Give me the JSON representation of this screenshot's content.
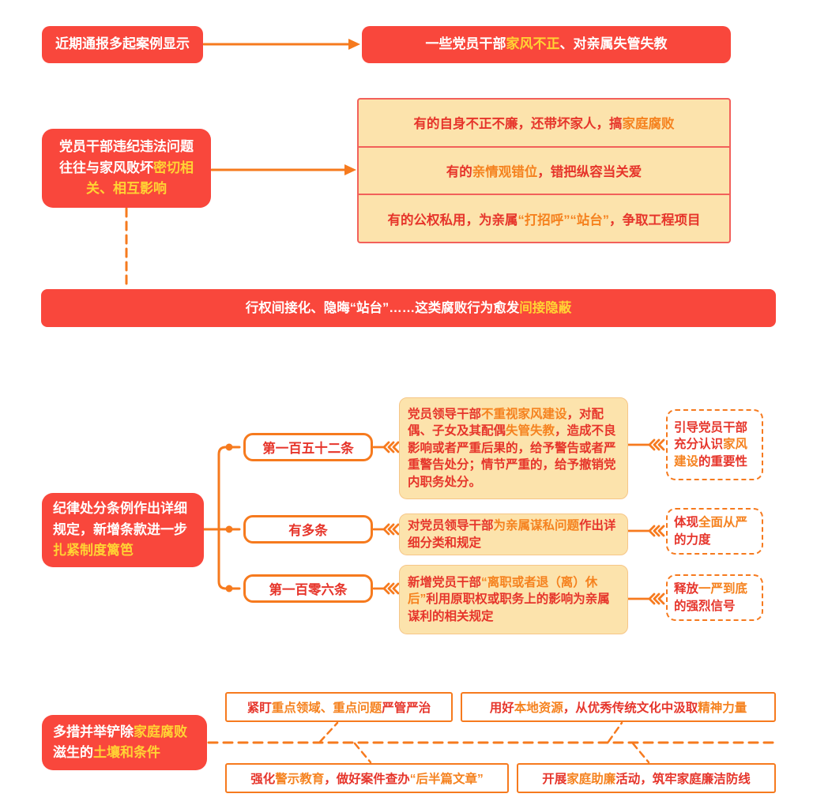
{
  "colors": {
    "red_fill": "#F9473C",
    "red_text": "#E6352B",
    "orange_line": "#F67A1E",
    "orange_text": "#F5821F",
    "yellow_highlight": "#FFD334",
    "cream_fill": "#FCE3AC",
    "cream_border": "#F2605A"
  },
  "icons": {
    "flow_arrow": "right-arrow",
    "connector_end": "triple-chevron",
    "branch_marker": "circle-dot",
    "dashed_link": "dashed-line"
  },
  "top": {
    "case_box": [
      {
        "t": "近期通报多起案例显示",
        "c": "white"
      }
    ],
    "result_box": [
      {
        "t": "一些党员干部",
        "c": "white"
      },
      {
        "t": "家风不正",
        "c": "yellow"
      },
      {
        "t": "、对亲属失管失教",
        "c": "white"
      }
    ],
    "problem_box": [
      {
        "t": "党员干部违纪违法问题往往与家风败坏",
        "c": "white"
      },
      {
        "t": "密切相关、相互影响",
        "c": "yellow"
      }
    ],
    "behaviors": [
      [
        {
          "t": "有的自身不正不廉，还带坏家人，搞",
          "c": "red"
        },
        {
          "t": "家庭腐败",
          "c": "orange"
        }
      ],
      [
        {
          "t": "有的",
          "c": "red"
        },
        {
          "t": "亲情观错位",
          "c": "orange"
        },
        {
          "t": "，错把纵容当关爱",
          "c": "red"
        }
      ],
      [
        {
          "t": "有的公权私用，为亲属",
          "c": "red"
        },
        {
          "t": "“打招呼”“站台”",
          "c": "orange"
        },
        {
          "t": "，争取工程项目",
          "c": "red"
        }
      ]
    ],
    "banner": [
      {
        "t": "行权间接化、隐晦“站台”……这类腐败行为愈发",
        "c": "white"
      },
      {
        "t": "间接隐蔽",
        "c": "yellow"
      }
    ]
  },
  "middle": {
    "lead_box": [
      {
        "t": "纪律处分条例作出详细规定，新增条款进一步",
        "c": "white"
      },
      {
        "t": "扎紧制度篱笆",
        "c": "yellow"
      }
    ],
    "branches": [
      {
        "label": "第一百五十二条",
        "detail": [
          {
            "t": "党员领导干部",
            "c": "red"
          },
          {
            "t": "不重视家风建设",
            "c": "orange"
          },
          {
            "t": "，对配偶、子女及其配偶",
            "c": "red"
          },
          {
            "t": "失管失教",
            "c": "orange"
          },
          {
            "t": "，造成不良影响或者严重后果的，给予警告或者严重警告处分；情节严重的，给予撤销党内职务处分。",
            "c": "red"
          }
        ],
        "effect": [
          {
            "t": "引导党员干部充分认识",
            "c": "red"
          },
          {
            "t": "家风建设",
            "c": "orange"
          },
          {
            "t": "的重要性",
            "c": "red"
          }
        ]
      },
      {
        "label": "有多条",
        "detail": [
          {
            "t": "对党员领导干部",
            "c": "red"
          },
          {
            "t": "为亲属谋私问题",
            "c": "orange"
          },
          {
            "t": "作出详细分类和规定",
            "c": "red"
          }
        ],
        "effect": [
          {
            "t": "体现",
            "c": "red"
          },
          {
            "t": "全面从严",
            "c": "orange"
          },
          {
            "t": "的力度",
            "c": "red"
          }
        ]
      },
      {
        "label": "第一百零六条",
        "detail": [
          {
            "t": "新增党员干部",
            "c": "red"
          },
          {
            "t": "“离职或者退（离）休后”",
            "c": "orange"
          },
          {
            "t": "利用原职权或职务上的影响为亲属谋利的相关规定",
            "c": "red"
          }
        ],
        "effect": [
          {
            "t": "释放",
            "c": "red"
          },
          {
            "t": "一严到底",
            "c": "orange"
          },
          {
            "t": "的强烈信号",
            "c": "red"
          }
        ]
      }
    ]
  },
  "bottom": {
    "lead_box": [
      {
        "t": "多措并举铲除",
        "c": "white"
      },
      {
        "t": "家庭腐败",
        "c": "yellow"
      },
      {
        "t": "滋生的",
        "c": "white"
      },
      {
        "t": "土壤和条件",
        "c": "yellow"
      }
    ],
    "measures": [
      [
        {
          "t": "紧盯",
          "c": "red"
        },
        {
          "t": "重点领域、重点问题",
          "c": "orange"
        },
        {
          "t": "严管严治",
          "c": "red"
        }
      ],
      [
        {
          "t": "用好",
          "c": "red"
        },
        {
          "t": "本地资源",
          "c": "orange"
        },
        {
          "t": "，从优秀传统文化中汲取",
          "c": "red"
        },
        {
          "t": "精神力量",
          "c": "orange"
        }
      ],
      [
        {
          "t": "强化",
          "c": "red"
        },
        {
          "t": "警示教育",
          "c": "orange"
        },
        {
          "t": "，做好案件查办",
          "c": "red"
        },
        {
          "t": "“后半篇文章”",
          "c": "orange"
        }
      ],
      [
        {
          "t": "开展",
          "c": "red"
        },
        {
          "t": "家庭助廉",
          "c": "orange"
        },
        {
          "t": "活动，筑牢家庭廉洁防线",
          "c": "red"
        }
      ]
    ]
  }
}
